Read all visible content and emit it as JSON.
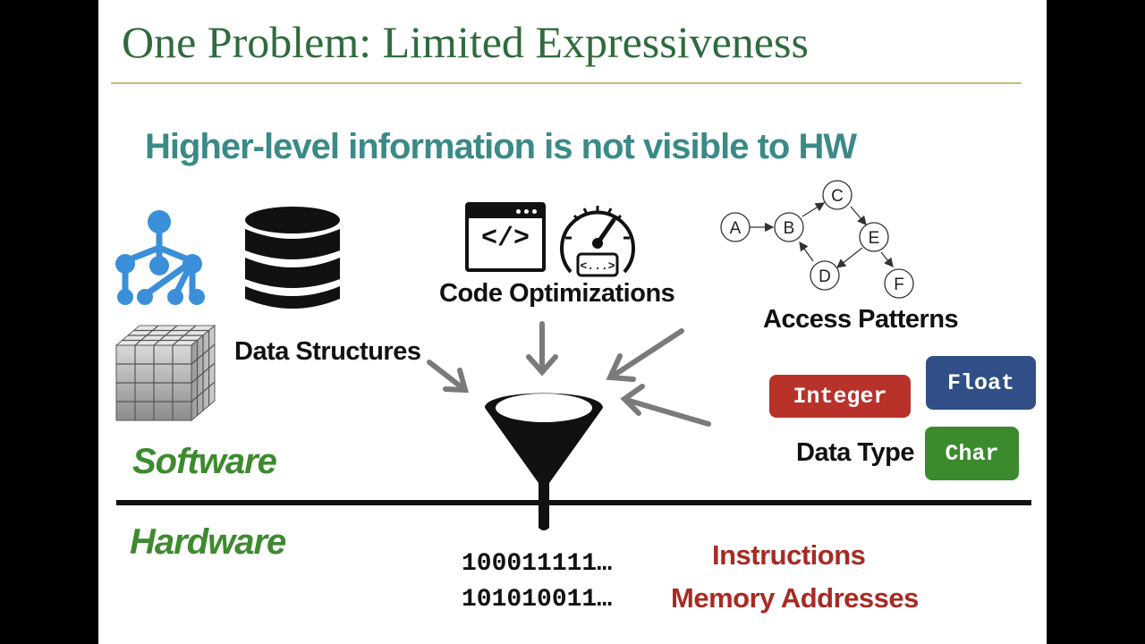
{
  "slide": {
    "title": "One Problem: Limited Expressiveness",
    "subtitle": "Higher-level information is not visible to HW"
  },
  "labels": {
    "data_structures": "Data Structures",
    "code_optimizations": "Code Optimizations",
    "access_patterns": "Access Patterns",
    "data_type": "Data Type",
    "software": "Software",
    "hardware": "Hardware",
    "instructions": "Instructions",
    "memory_addresses": "Memory Addresses"
  },
  "code_icon": {
    "text": "</>",
    "gauge_text": "<...>"
  },
  "graph_nodes": [
    "A",
    "B",
    "C",
    "D",
    "E",
    "F"
  ],
  "data_types": [
    {
      "label": "Integer",
      "color": "#b8322a"
    },
    {
      "label": "Float",
      "color": "#2f4f86"
    },
    {
      "label": "Char",
      "color": "#3b8a2e"
    }
  ],
  "binary": [
    "100011111…",
    "101010011…"
  ],
  "colors": {
    "title": "#2f6b3d",
    "subtitle": "#3a8a87",
    "layer_label": "#3d8a2f",
    "red_label": "#a82a24",
    "tree_icon": "#3a8fd8"
  }
}
